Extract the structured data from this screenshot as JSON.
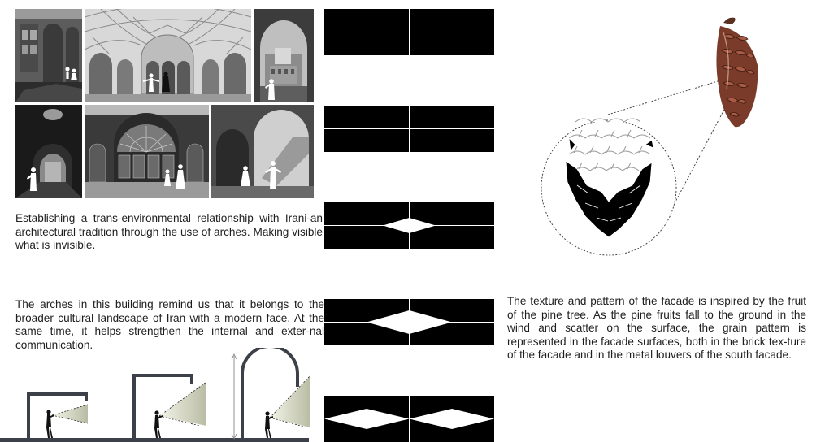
{
  "texts": {
    "arches_intro": "Establishing a trans-environmental relationship with Irani-an architectural tradition through the use of arches. Making visible what is invisible.",
    "arches_detail": "The arches in this building remind us that it belongs to the broader cultural landscape of Iran with a modern face. At the same time, it helps strengthen the internal and exter-nal communication.",
    "pine_texture": "The texture and pattern of the facade is inspired by the fruit of the pine tree. As the pine fruits fall to the ground in the wind and scatter on the surface, the grain pattern is represented in the facade surfaces, both in the brick tex-ture of the facade and in the metal louvers of the south facade."
  },
  "photos": [
    {
      "id": "courtyard-facade",
      "tone": "#6b6b6b"
    },
    {
      "id": "muqarnas-hall",
      "tone": "#cfcfcf"
    },
    {
      "id": "arched-window-view",
      "tone": "#8a8a8a"
    },
    {
      "id": "dark-corridor",
      "tone": "#2a2a2a"
    },
    {
      "id": "stained-glass-room",
      "tone": "#4a4a4a"
    },
    {
      "id": "arched-passage",
      "tone": "#5a5a5a"
    }
  ],
  "pattern_openings": [
    0.0,
    0.0,
    0.5,
    0.8,
    1.0
  ],
  "colors": {
    "ink": "#000000",
    "wall": "#3c4048",
    "light_cone": "#c9cbb6",
    "cone_bright": "#eef0df",
    "pine_cone": "#7a3b2a"
  }
}
